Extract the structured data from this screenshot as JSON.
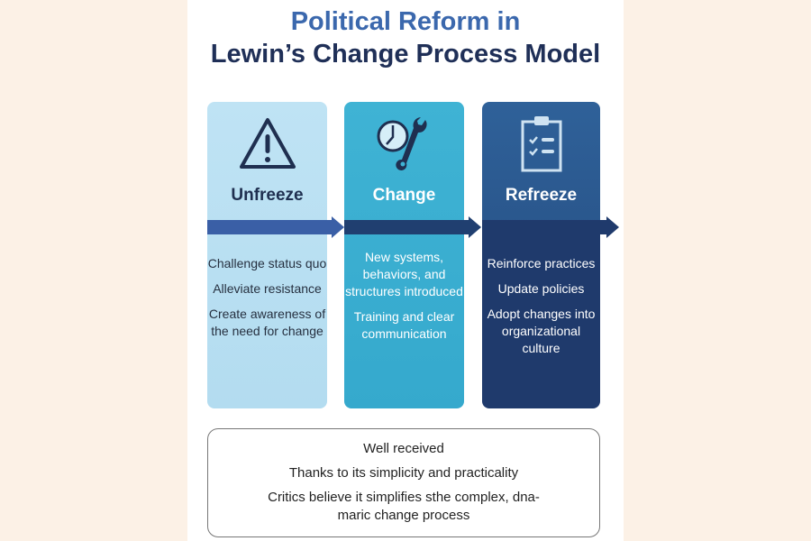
{
  "title": {
    "line1": "Political Reform in",
    "line2": "Lewin’s Change Process Model"
  },
  "stages": [
    {
      "name": "Unfreeze",
      "icon": "warning-icon",
      "items": [
        "Challenge status quo",
        "Alleviate resistance",
        "Create awareness of the need for change"
      ]
    },
    {
      "name": "Change",
      "icon": "clock-wrench-icon",
      "items": [
        "New systems, behaviors, and structures introduced",
        "Training and clear communication"
      ]
    },
    {
      "name": "Refreeze",
      "icon": "clipboard-checklist-icon",
      "items": [
        "Reinforce practices",
        "Update policies",
        "Adopt changes into organizational culture"
      ]
    }
  ],
  "summary": {
    "line1": "Well received",
    "line2": "Thanks to its simplicity and practicality",
    "line3": "Critics believe it simplifies sthe complex, dna-maric change process"
  },
  "colors": {
    "unfreeze": "#bfe3f4",
    "change": "#3fb3d4",
    "refreeze": "#1f3a6c",
    "title_accent": "#3b68ad"
  }
}
